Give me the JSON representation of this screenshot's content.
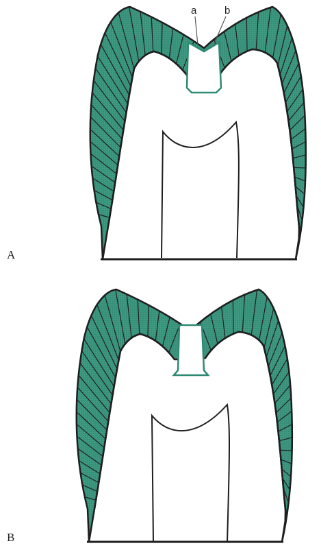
{
  "figure": {
    "panels": [
      {
        "id": "A",
        "label": "A",
        "callouts": [
          "a",
          "b"
        ]
      },
      {
        "id": "B",
        "label": "B",
        "callouts": []
      }
    ]
  },
  "colors": {
    "enamel_fill": "#2f8a73",
    "restoration_outline": "#2f8a73",
    "outline": "#1e1e1e",
    "background": "#ffffff"
  }
}
